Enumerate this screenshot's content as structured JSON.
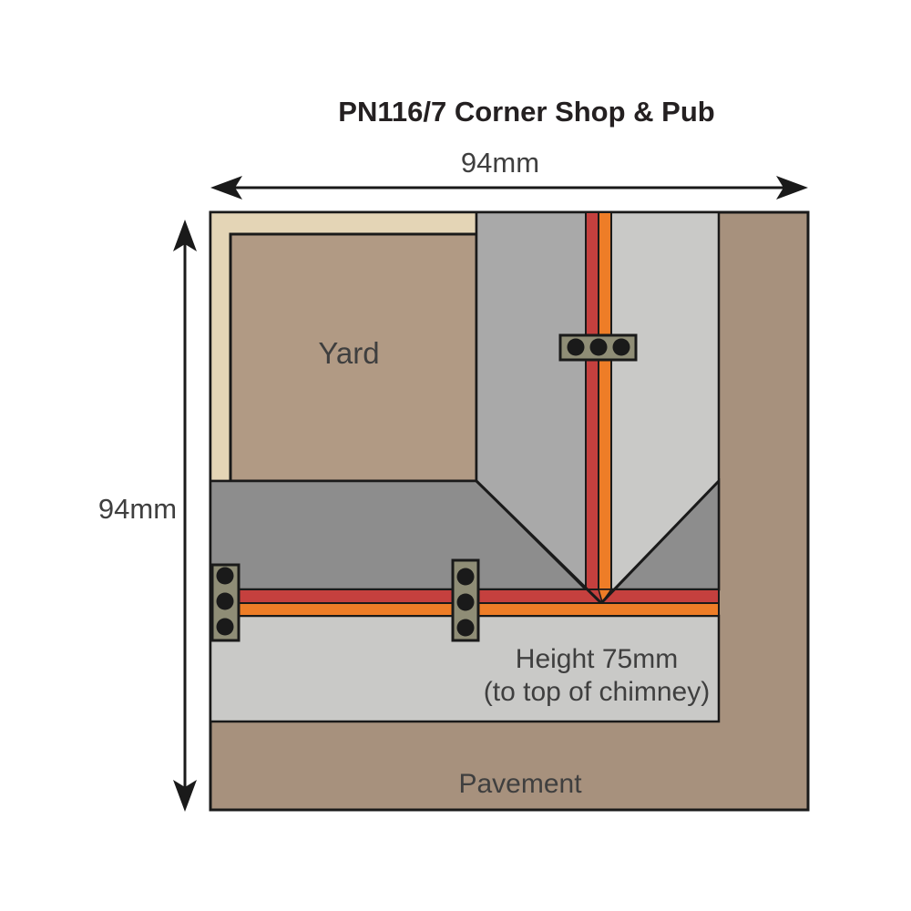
{
  "title": "PN116/7 Corner Shop & Pub",
  "dimensions": {
    "width_label": "94mm",
    "height_label": "94mm"
  },
  "labels": {
    "yard": "Yard",
    "height_line1": "Height 75mm",
    "height_line2": "(to top of chimney)",
    "pavement": "Pavement"
  },
  "colors": {
    "background": "#ffffff",
    "outline": "#1a1a1a",
    "pavement": "#a7917d",
    "yard": "#b19a84",
    "yard-wall": "#e4d5b6",
    "roof-dark": "#8d8d8d",
    "roof-medium": "#a9a9a9",
    "roof-light": "#c9c9c7",
    "ridge-red": "#c5403e",
    "ridge-orange": "#ee7d27",
    "chimney": "#8f8d76",
    "text": "#3f3f3f",
    "title-text": "#242021"
  }
}
